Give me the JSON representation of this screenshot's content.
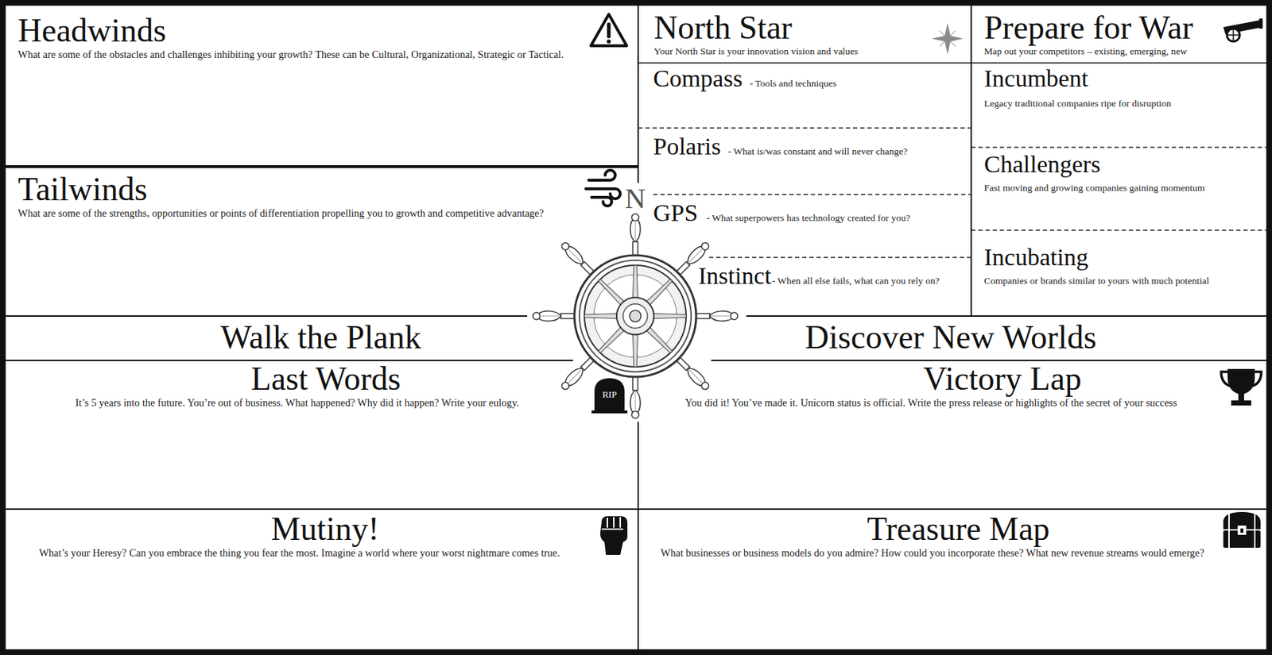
{
  "diagram": {
    "nodes": [
      {
        "text": [
          "Headwinds",
          "What are some of the obstacles and challenges inhibiting your growth? These can be Cultural, Organizational, Strategic or Tactical."
        ]
      },
      {
        "text": [
          "Tailwinds",
          "What are some of the strengths, opportunities or points of differentiation propelling you to growth and competitive advantage?"
        ]
      },
      {
        "text": [
          "North Star",
          "Your North Star is your innovation vision and values"
        ]
      },
      {
        "text": [
          "Compass",
          "- Tools and techniques"
        ],
        "in": 2
      },
      {
        "text": [
          "Polaris",
          "- What is/was constant and will never change?"
        ],
        "in": 2
      },
      {
        "text": [
          "GPS",
          "- What superpowers has technology created for you?"
        ],
        "in": 2
      },
      {
        "text": [
          "Instinct",
          "- When all else fails, what can you rely on?"
        ],
        "in": 2
      },
      {
        "text": [
          "Prepare for War",
          "Map out your competitors – existing, emerging, new"
        ]
      },
      {
        "text": [
          "Incumbent",
          "Legacy traditional companies ripe for disruption"
        ],
        "in": 7
      },
      {
        "text": [
          "Challengers",
          "Fast moving and growing companies gaining momentum"
        ],
        "in": 7
      },
      {
        "text": [
          "Incubating",
          "Companies or brands similar to yours with much potential"
        ],
        "in": 7
      },
      {
        "text": [
          "Walk the Plank"
        ]
      },
      {
        "text": [
          "Last Words",
          "It’s 5 years into the future. You’re out of business. What happened? Why did it happen? Write your eulogy."
        ],
        "in": 11
      },
      {
        "text": [
          "Mutiny!",
          "What’s your Heresy? Can you embrace the thing you fear the most. Imagine a world where your worst nightmare comes true."
        ],
        "in": 11
      },
      {
        "text": [
          "Discover New Worlds"
        ]
      },
      {
        "text": [
          "Victory Lap",
          "You did it! You’ve made it. Unicorn status is official. Write the press release or highlights of the secret of your success"
        ],
        "in": 14
      },
      {
        "text": [
          "Treasure Map",
          "What businesses or business models do you admire? How could you incorporate these? What new revenue streams would emerge?"
        ],
        "in": 14
      }
    ],
    "labels": [
      "N",
      "RIP"
    ]
  }
}
